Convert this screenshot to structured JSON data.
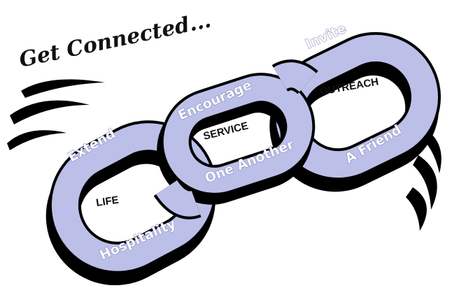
{
  "title": "Get Connected...",
  "links": [
    {
      "center": "LIFE",
      "labels": [
        "Extend",
        "Hospitality"
      ]
    },
    {
      "center": "SERVICE",
      "labels": [
        "Encourage",
        "One Another"
      ]
    },
    {
      "center": "OUTREACH",
      "labels": [
        "Invite",
        "A Friend"
      ]
    }
  ],
  "colors": {
    "link_fill": "#bcbfe8",
    "link_outline": "#000000",
    "text_outline": "#5c5f9a",
    "background": "#ffffff"
  }
}
